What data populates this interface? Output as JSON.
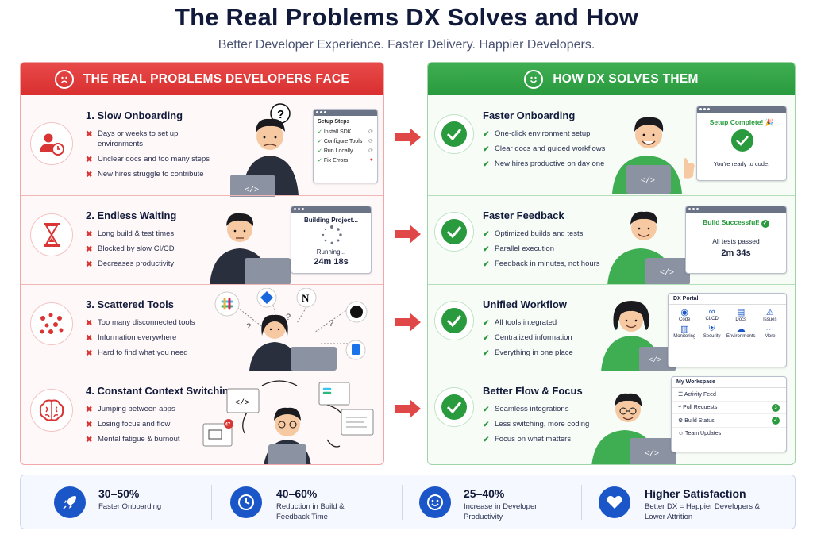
{
  "title": "The Real Problems DX Solves and How",
  "subtitle": "Better Developer Experience. Faster Delivery. Happier Developers.",
  "problems": {
    "header": "THE REAL PROBLEMS DEVELOPERS FACE",
    "items": [
      {
        "title": "1. Slow Onboarding",
        "icon": "user-clock-icon",
        "bullets": [
          "Days or weeks to set up environments",
          "Unclear docs and too many steps",
          "New hires struggle to contribute"
        ]
      },
      {
        "title": "2. Endless Waiting",
        "icon": "hourglass-icon",
        "bullets": [
          "Long build & test times",
          "Blocked by slow CI/CD",
          "Decreases productivity"
        ]
      },
      {
        "title": "3. Scattered Tools",
        "icon": "scattered-dots-icon",
        "bullets": [
          "Too many disconnected tools",
          "Information everywhere",
          "Hard to find what you need"
        ]
      },
      {
        "title": "4. Constant Context Switching",
        "icon": "brain-icon",
        "bullets": [
          "Jumping between apps",
          "Losing focus and flow",
          "Mental fatigue & burnout"
        ]
      }
    ]
  },
  "solutions": {
    "header": "HOW DX SOLVES THEM",
    "items": [
      {
        "title": "Faster Onboarding",
        "bullets": [
          "One-click environment setup",
          "Clear docs and guided workflows",
          "New hires productive on day one"
        ]
      },
      {
        "title": "Faster Feedback",
        "bullets": [
          "Optimized builds and tests",
          "Parallel execution",
          "Feedback in minutes, not hours"
        ]
      },
      {
        "title": "Unified Workflow",
        "bullets": [
          "All tools integrated",
          "Centralized information",
          "Everything in one place"
        ]
      },
      {
        "title": "Better Flow & Focus",
        "bullets": [
          "Seamless integrations",
          "Less switching, more coding",
          "Focus on what matters"
        ]
      }
    ]
  },
  "setup_card": {
    "title": "Setup Steps",
    "steps": [
      "Install SDK",
      "Configure Tools",
      "Run Locally",
      "Fix Errors"
    ]
  },
  "building_card": {
    "title": "Building Project...",
    "status": "Running...",
    "time": "24m 18s"
  },
  "setup_complete_card": {
    "title": "Setup Complete! 🎉",
    "message": "You're ready to code."
  },
  "build_success_card": {
    "title": "Build Successful!",
    "message": "All tests passed",
    "time": "2m 34s"
  },
  "portal_card": {
    "title": "DX Portal",
    "tiles": [
      "Code",
      "CI/CD",
      "Docs",
      "Issues",
      "Monitoring",
      "Security",
      "Environments",
      "More"
    ]
  },
  "workspace_card": {
    "title": "My Workspace",
    "items": [
      {
        "label": "Activity Feed"
      },
      {
        "label": "Pull Requests",
        "badge": "3"
      },
      {
        "label": "Build Status"
      },
      {
        "label": "Team Updates"
      }
    ]
  },
  "mail_badge": "47",
  "code_glyph": "</>",
  "footer": [
    {
      "big": "30–50%",
      "small": "Faster Onboarding"
    },
    {
      "big": "40–60%",
      "small": "Reduction in Build & Feedback Time"
    },
    {
      "big": "25–40%",
      "small": "Increase in Developer Productivity"
    },
    {
      "big": "Higher Satisfaction",
      "small": "Better DX = Happier Developers & Lower Attrition"
    }
  ],
  "colors": {
    "problem_red": "#d93535",
    "solution_green": "#2a9a3e",
    "footer_blue": "#1a56c8"
  }
}
